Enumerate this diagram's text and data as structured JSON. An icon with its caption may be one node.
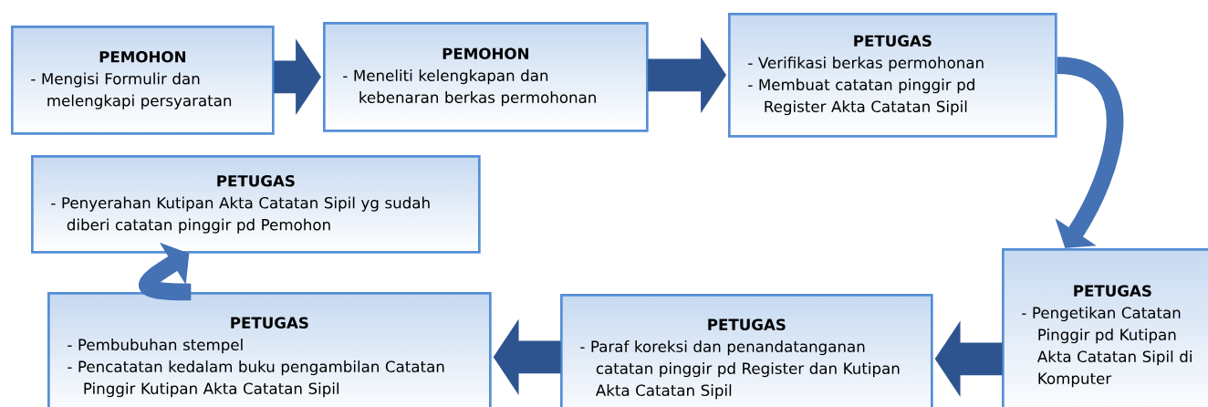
{
  "diagram": {
    "nodes": [
      {
        "text": [
          "PEMOHON",
          "- Mengisi Formulir dan melengkapi persyaratan"
        ]
      },
      {
        "text": [
          "PEMOHON",
          "- Meneliti kelengkapan dan kebenaran berkas permohonan"
        ]
      },
      {
        "text": [
          "PETUGAS",
          "- Verifikasi berkas permohonan",
          "- Membuat catatan pinggir pd Register Akta Catatan Sipil"
        ]
      },
      {
        "text": [
          "PETUGAS",
          "- Pengetikan Catatan Pinggir pd Kutipan Akta Catatan Sipil di Komputer"
        ]
      },
      {
        "text": [
          "PETUGAS",
          "- Paraf koreksi dan penandatanganan catatan pinggir pd Register dan Kutipan Akta Catatan Sipil"
        ]
      },
      {
        "text": [
          "PETUGAS",
          "- Pembubuhan stempel",
          "- Pencatatan kedalam buku pengambilan Catatan Pinggir Kutipan Akta Catatan Sipil"
        ]
      },
      {
        "text": [
          "PETUGAS",
          "- Penyerahan Kutipan Akta Catatan Sipil yg sudah diberi catatan pinggir pd Pemohon"
        ]
      }
    ],
    "edges": [
      {
        "from": 0,
        "to": 1,
        "arrow": "to"
      },
      {
        "from": 1,
        "to": 2,
        "arrow": "to"
      },
      {
        "from": 2,
        "to": 3,
        "arrow": "to"
      },
      {
        "from": 3,
        "to": 4,
        "arrow": "to"
      },
      {
        "from": 4,
        "to": 5,
        "arrow": "to"
      },
      {
        "from": 5,
        "to": 6,
        "arrow": "to"
      }
    ]
  }
}
